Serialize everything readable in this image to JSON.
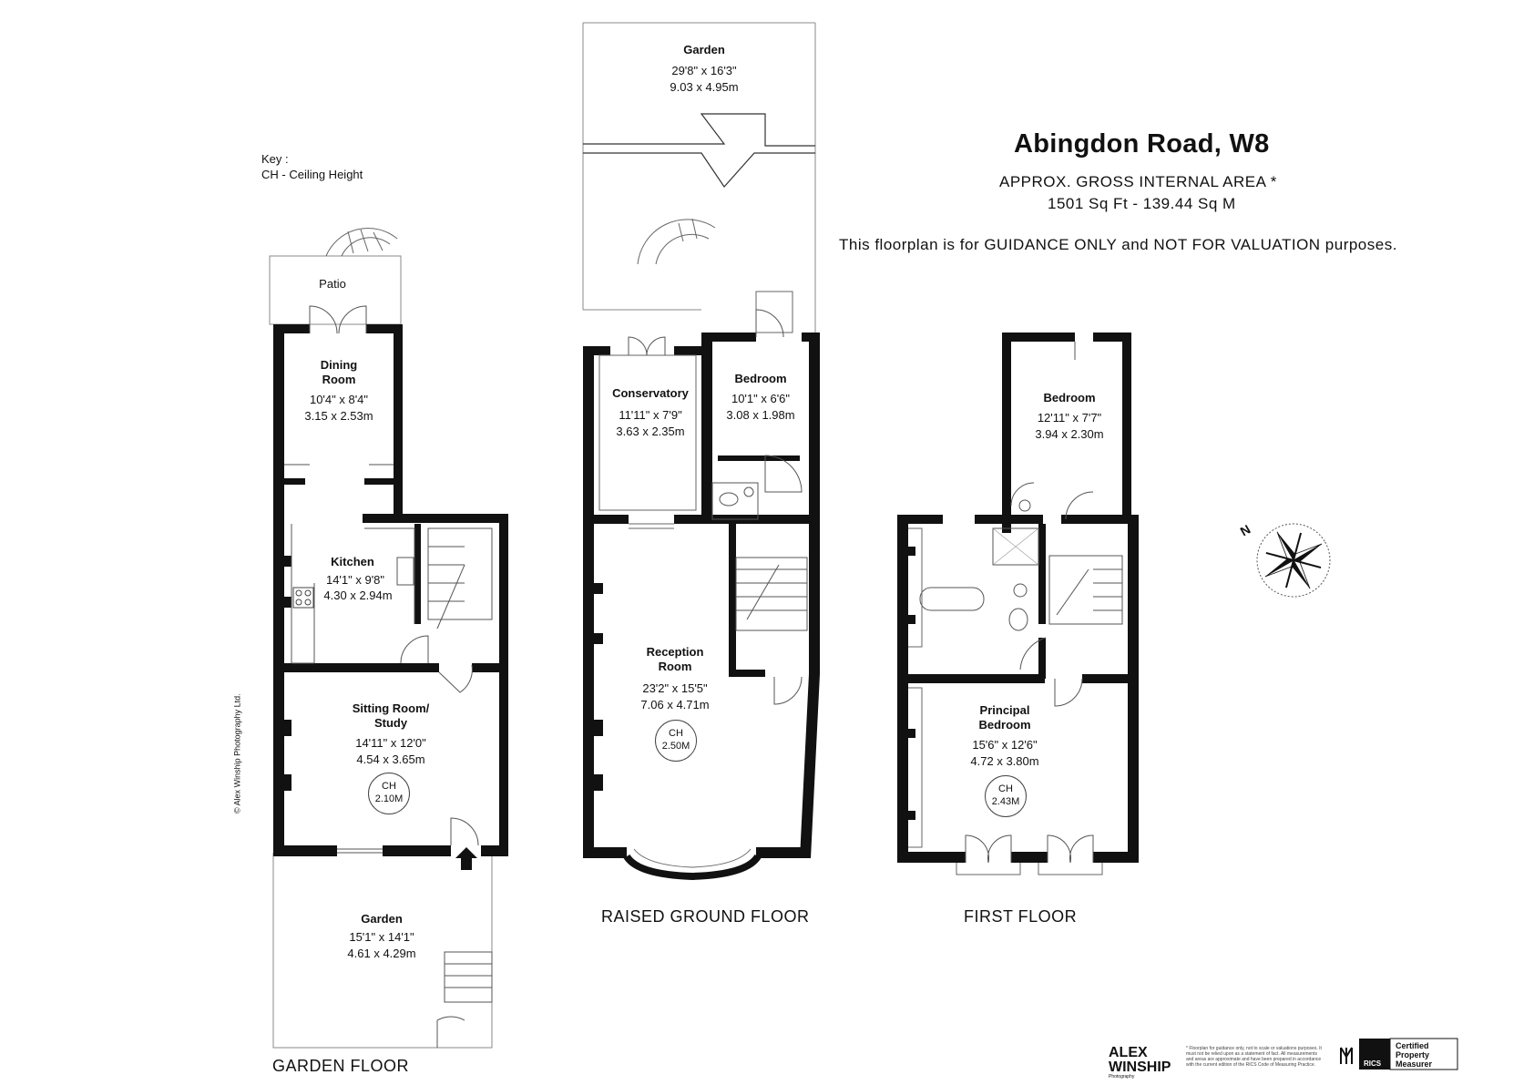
{
  "header": {
    "title": "Abingdon Road, W8",
    "area_label": "APPROX. GROSS INTERNAL  AREA *",
    "area_value": "1501 Sq Ft  -  139.44 Sq M",
    "disclaimer": "This floorplan is for GUIDANCE ONLY and NOT FOR VALUATION purposes."
  },
  "key": {
    "heading": "Key :",
    "entry": "CH - Ceiling Height"
  },
  "copyright": "© Alex Winship Photography Ltd.",
  "floors": {
    "garden": "GARDEN FLOOR",
    "raised_ground": "RAISED GROUND FLOOR",
    "first": "FIRST FLOOR"
  },
  "rooms": {
    "patio": "Patio",
    "dining": {
      "name_1": "Dining",
      "name_2": "Room",
      "imperial": "10'4\" x 8'4\"",
      "metric": "3.15 x 2.53m"
    },
    "kitchen": {
      "name": "Kitchen",
      "imperial": "14'1\" x 9'8\"",
      "metric": "4.30 x 2.94m"
    },
    "sitting": {
      "name_1": "Sitting Room/",
      "name_2": "Study",
      "imperial": "14'11\" x 12'0\"",
      "metric": "4.54 x 3.65m",
      "ch_label": "CH",
      "ch_value": "2.10M"
    },
    "front_garden": {
      "name": "Garden",
      "imperial": "15'1\" x 14'1\"",
      "metric": "4.61 x 4.29m"
    },
    "rear_garden": {
      "name": "Garden",
      "imperial": "29'8\" x 16'3\"",
      "metric": "9.03 x 4.95m"
    },
    "conservatory": {
      "name": "Conservatory",
      "imperial": "11'11\" x 7'9\"",
      "metric": "3.63 x 2.35m"
    },
    "bedroom_rg": {
      "name": "Bedroom",
      "imperial": "10'1\" x 6'6\"",
      "metric": "3.08 x 1.98m"
    },
    "reception": {
      "name_1": "Reception",
      "name_2": "Room",
      "imperial": "23'2\" x 15'5\"",
      "metric": "7.06 x 4.71m",
      "ch_label": "CH",
      "ch_value": "2.50M"
    },
    "bedroom_ff": {
      "name": "Bedroom",
      "imperial": "12'11\" x 7'7\"",
      "metric": "3.94 x 2.30m"
    },
    "principal": {
      "name_1": "Principal",
      "name_2": "Bedroom",
      "imperial": "15'6\" x 12'6\"",
      "metric": "4.72 x 3.80m",
      "ch_label": "CH",
      "ch_value": "2.43M"
    }
  },
  "footer": {
    "brand_1": "ALEX",
    "brand_2": "WINSHIP",
    "brand_3": "Photography",
    "fine_print": "* Floorplan for guidance only, not to scale or valuations purposes. It must not be relied upon as a statement of fact. All measurements and areas are approximate and have been prepared in accordance with the current edition of the RICS Code of Measuring Practice.",
    "rics_label": "RICS",
    "cert_1": "Certified",
    "cert_2": "Property",
    "cert_3": "Measurer"
  },
  "compass": {
    "north_label": "N"
  },
  "colors": {
    "wall": "#111111",
    "line": "#444444",
    "background": "#ffffff"
  }
}
